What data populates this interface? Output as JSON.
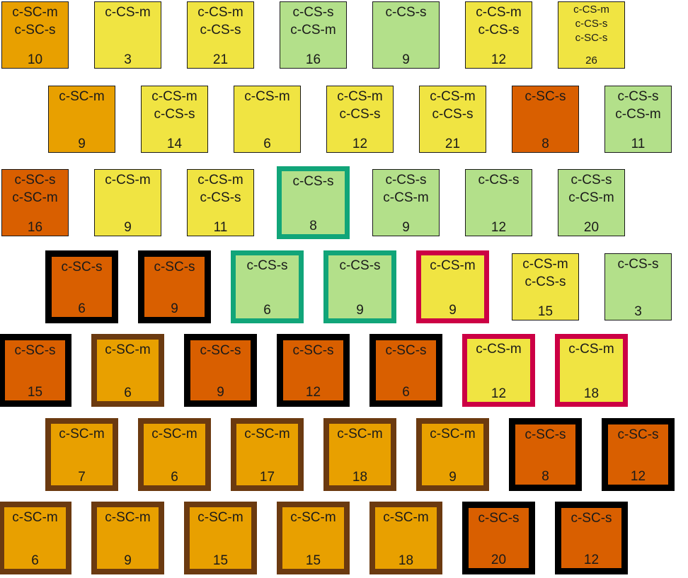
{
  "colors": {
    "fill": {
      "c-SC-m": "#e8a000",
      "c-SC-s": "#d95f00",
      "c-CS-m": "#f0e442",
      "c-CS-s": "#b3e08a"
    },
    "border": {
      "none": "#1a1a1a",
      "black": "#000000",
      "teal": "#11a579",
      "crimson": "#cc0044",
      "brown": "#6b3a10"
    }
  },
  "rows": [
    [
      {
        "labels": [
          "c-SC-m",
          "c-SC-s"
        ],
        "count": "10",
        "border": "none"
      },
      {
        "labels": [
          "c-CS-m"
        ],
        "count": "3",
        "border": "none"
      },
      {
        "labels": [
          "c-CS-m",
          "c-CS-s"
        ],
        "count": "21",
        "border": "none"
      },
      {
        "labels": [
          "c-CS-s",
          "c-CS-m"
        ],
        "count": "16",
        "border": "none"
      },
      {
        "labels": [
          "c-CS-s"
        ],
        "count": "9",
        "border": "none"
      },
      {
        "labels": [
          "c-CS-m",
          "c-CS-s"
        ],
        "count": "12",
        "border": "none"
      },
      {
        "labels": [
          "c-CS-m",
          "c-CS-s",
          "c-SC-s"
        ],
        "count": "26",
        "border": "none"
      }
    ],
    [
      {
        "labels": [
          "c-SC-m"
        ],
        "count": "9",
        "border": "none"
      },
      {
        "labels": [
          "c-CS-m",
          "c-CS-s"
        ],
        "count": "14",
        "border": "none"
      },
      {
        "labels": [
          "c-CS-m"
        ],
        "count": "6",
        "border": "none"
      },
      {
        "labels": [
          "c-CS-m",
          "c-CS-s"
        ],
        "count": "12",
        "border": "none"
      },
      {
        "labels": [
          "c-CS-m",
          "c-CS-s"
        ],
        "count": "21",
        "border": "none"
      },
      {
        "labels": [
          "c-SC-s"
        ],
        "count": "8",
        "border": "none"
      },
      {
        "labels": [
          "c-CS-s",
          "c-CS-m"
        ],
        "count": "11",
        "border": "none"
      }
    ],
    [
      {
        "labels": [
          "c-SC-s",
          "c-SC-m"
        ],
        "count": "16",
        "border": "none"
      },
      {
        "labels": [
          "c-CS-m"
        ],
        "count": "9",
        "border": "none"
      },
      {
        "labels": [
          "c-CS-m",
          "c-CS-s"
        ],
        "count": "11",
        "border": "none"
      },
      {
        "labels": [
          "c-CS-s"
        ],
        "count": "8",
        "border": "teal"
      },
      {
        "labels": [
          "c-CS-s",
          "c-CS-m"
        ],
        "count": "9",
        "border": "none"
      },
      {
        "labels": [
          "c-CS-s"
        ],
        "count": "12",
        "border": "none"
      },
      {
        "labels": [
          "c-CS-s",
          "c-CS-m"
        ],
        "count": "20",
        "border": "none"
      }
    ],
    [
      {
        "labels": [
          "c-SC-s"
        ],
        "count": "6",
        "border": "black"
      },
      {
        "labels": [
          "c-SC-s"
        ],
        "count": "9",
        "border": "black"
      },
      {
        "labels": [
          "c-CS-s"
        ],
        "count": "6",
        "border": "teal"
      },
      {
        "labels": [
          "c-CS-s"
        ],
        "count": "9",
        "border": "teal"
      },
      {
        "labels": [
          "c-CS-m"
        ],
        "count": "9",
        "border": "crimson"
      },
      {
        "labels": [
          "c-CS-m",
          "c-CS-s"
        ],
        "count": "15",
        "border": "none"
      },
      {
        "labels": [
          "c-CS-s"
        ],
        "count": "3",
        "border": "none"
      }
    ],
    [
      {
        "labels": [
          "c-SC-s"
        ],
        "count": "15",
        "border": "black"
      },
      {
        "labels": [
          "c-SC-m"
        ],
        "count": "6",
        "border": "brown"
      },
      {
        "labels": [
          "c-SC-s"
        ],
        "count": "9",
        "border": "black"
      },
      {
        "labels": [
          "c-SC-s"
        ],
        "count": "12",
        "border": "black"
      },
      {
        "labels": [
          "c-SC-s"
        ],
        "count": "6",
        "border": "black"
      },
      {
        "labels": [
          "c-CS-m"
        ],
        "count": "12",
        "border": "crimson"
      },
      {
        "labels": [
          "c-CS-m"
        ],
        "count": "18",
        "border": "crimson"
      }
    ],
    [
      {
        "labels": [
          "c-SC-m"
        ],
        "count": "7",
        "border": "brown"
      },
      {
        "labels": [
          "c-SC-m"
        ],
        "count": "6",
        "border": "brown"
      },
      {
        "labels": [
          "c-SC-m"
        ],
        "count": "17",
        "border": "brown"
      },
      {
        "labels": [
          "c-SC-m"
        ],
        "count": "18",
        "border": "brown"
      },
      {
        "labels": [
          "c-SC-m"
        ],
        "count": "9",
        "border": "brown"
      },
      {
        "labels": [
          "c-SC-s"
        ],
        "count": "8",
        "border": "black"
      },
      {
        "labels": [
          "c-SC-s"
        ],
        "count": "12",
        "border": "black"
      }
    ],
    [
      {
        "labels": [
          "c-SC-m"
        ],
        "count": "6",
        "border": "brown"
      },
      {
        "labels": [
          "c-SC-m"
        ],
        "count": "9",
        "border": "brown"
      },
      {
        "labels": [
          "c-SC-m"
        ],
        "count": "15",
        "border": "brown"
      },
      {
        "labels": [
          "c-SC-m"
        ],
        "count": "15",
        "border": "brown"
      },
      {
        "labels": [
          "c-SC-m"
        ],
        "count": "18",
        "border": "brown"
      },
      {
        "labels": [
          "c-SC-s"
        ],
        "count": "20",
        "border": "black"
      },
      {
        "labels": [
          "c-SC-s"
        ],
        "count": "12",
        "border": "black"
      }
    ]
  ]
}
